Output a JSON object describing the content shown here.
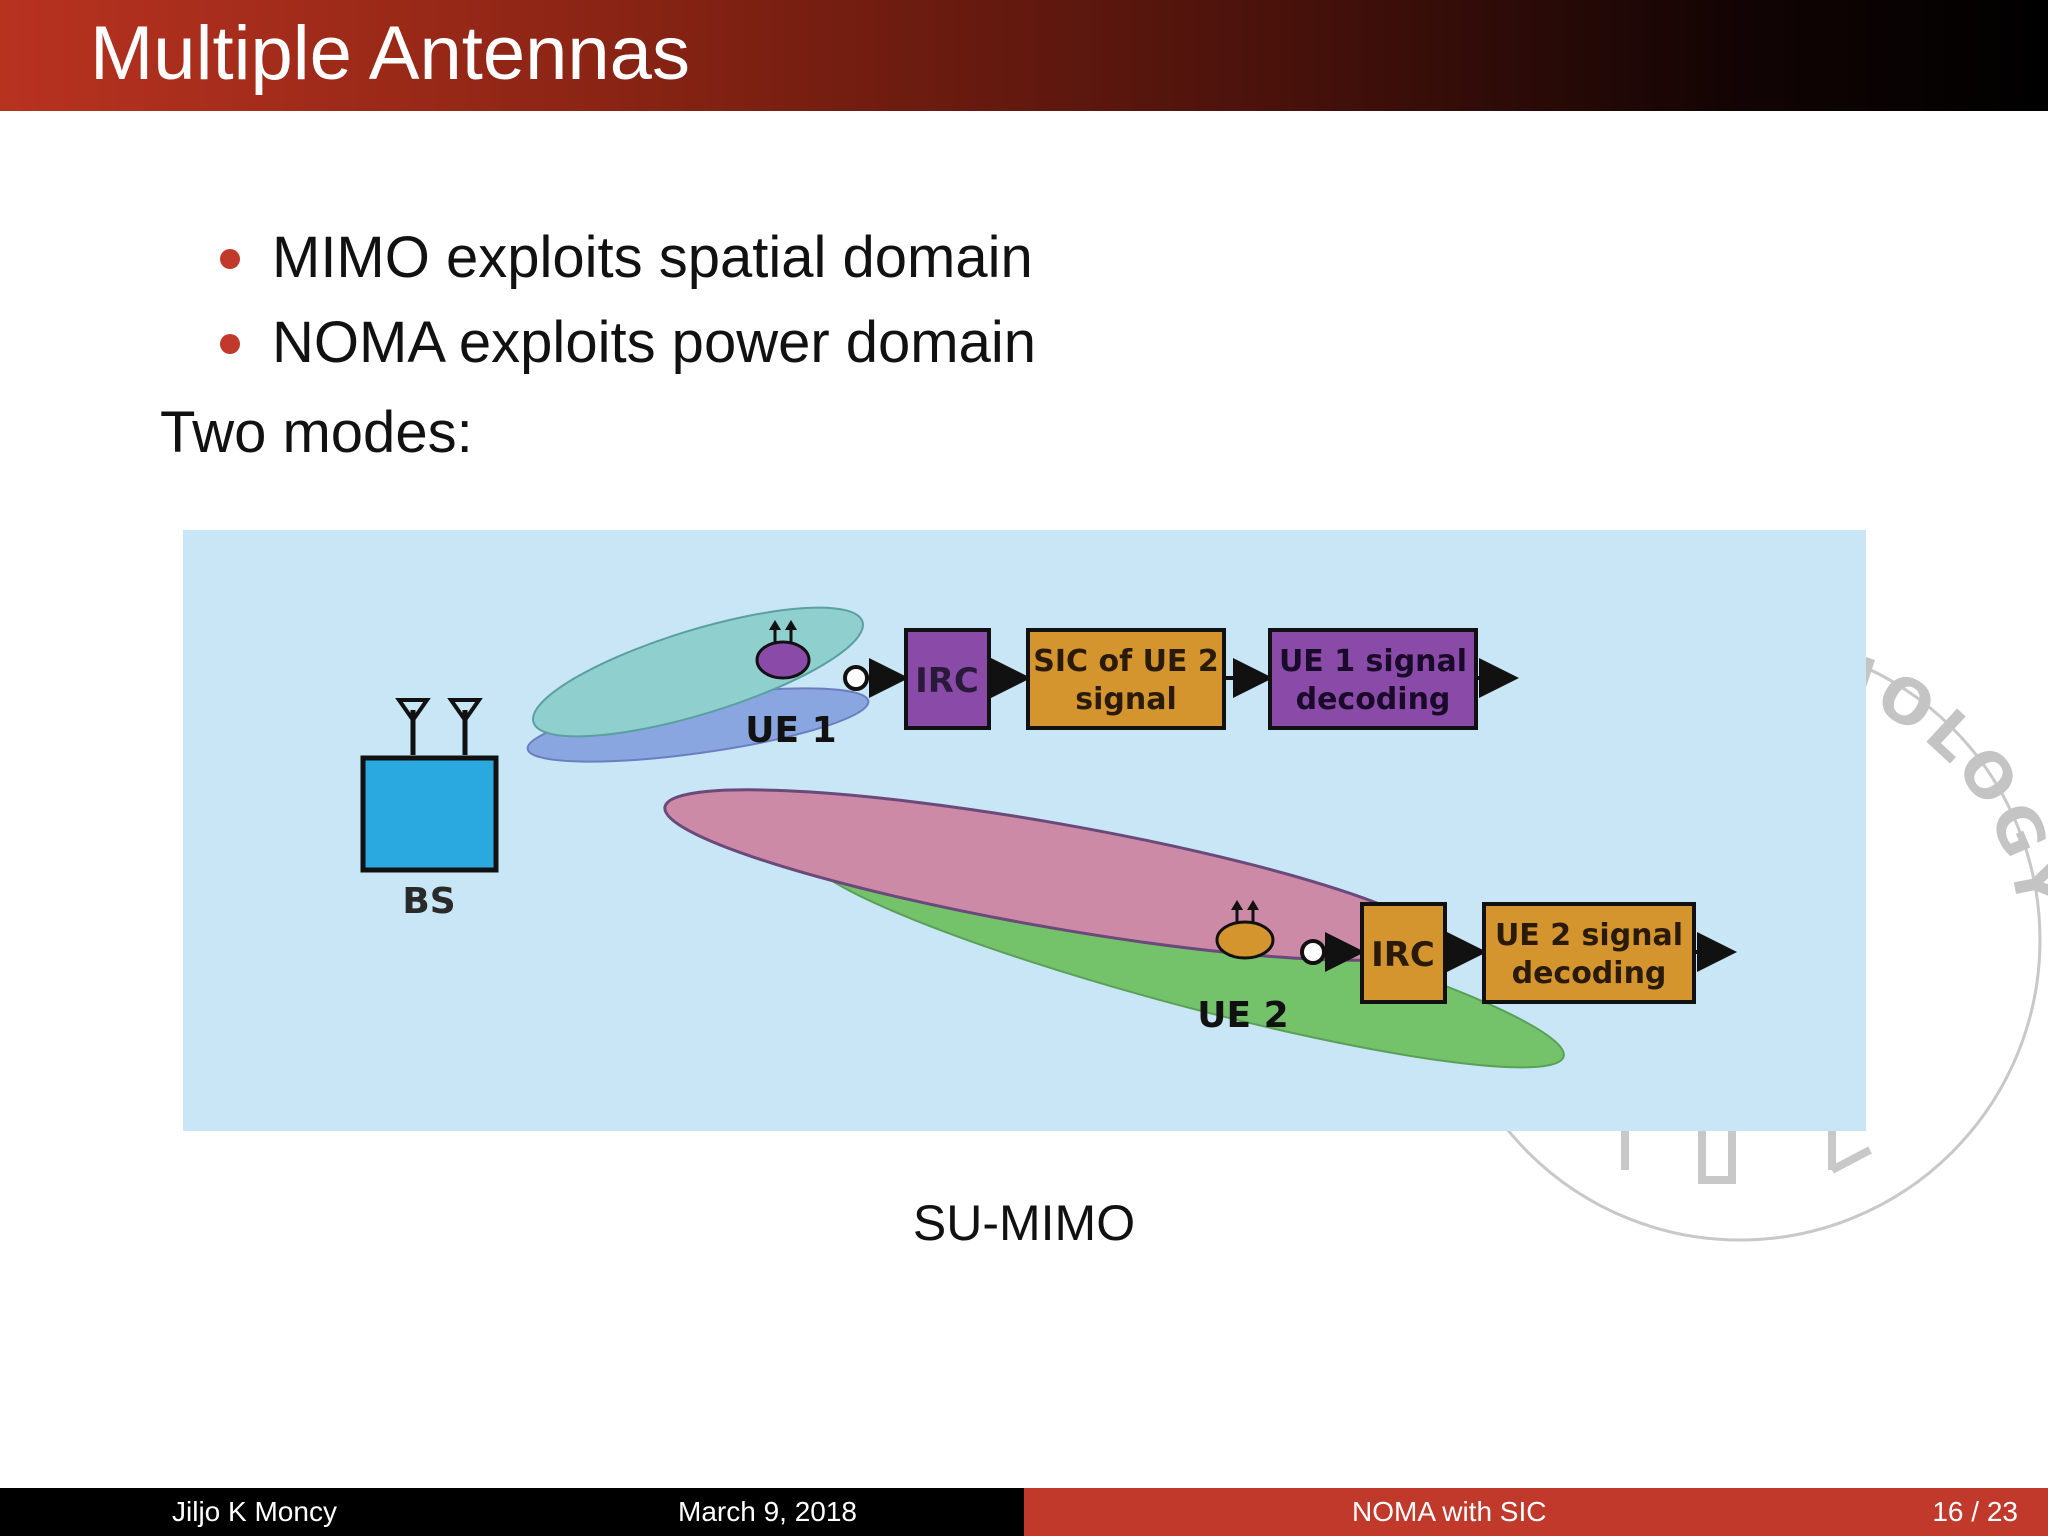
{
  "slide": {
    "title": "Multiple Antennas",
    "bullets": [
      "MIMO exploits spatial domain",
      "NOMA exploits power domain"
    ],
    "modes_text": "Two modes:",
    "caption": "SU-MIMO"
  },
  "watermark": {
    "text": "TECHNOLOGY"
  },
  "diagram": {
    "bs_label": "BS",
    "ue1_label": "UE 1",
    "ue2_label": "UE 2",
    "ue1_chain": {
      "irc": "IRC",
      "sic_line1": "SIC of UE 2",
      "sic_line2": "signal",
      "decode_line1": "UE 1 signal",
      "decode_line2": "decoding"
    },
    "ue2_chain": {
      "irc": "IRC",
      "decode_line1": "UE 2 signal",
      "decode_line2": "decoding"
    },
    "colors": {
      "background": "#c8e6f5",
      "bs": "#2aa8e0",
      "purple_block": "#8a4aa8",
      "orange_block": "#d4952e",
      "teal_beam": "#8fd0cf",
      "blue_beam": "#8aa6e0",
      "pink_beam": "#cc8aa6",
      "green_beam": "#74c26a"
    }
  },
  "footer": {
    "author": "Jiljo K Moncy",
    "date": "March 9, 2018",
    "short_title": "NOMA with SIC",
    "page": "16 / 23"
  },
  "theme": {
    "accent": "#c0392b"
  }
}
